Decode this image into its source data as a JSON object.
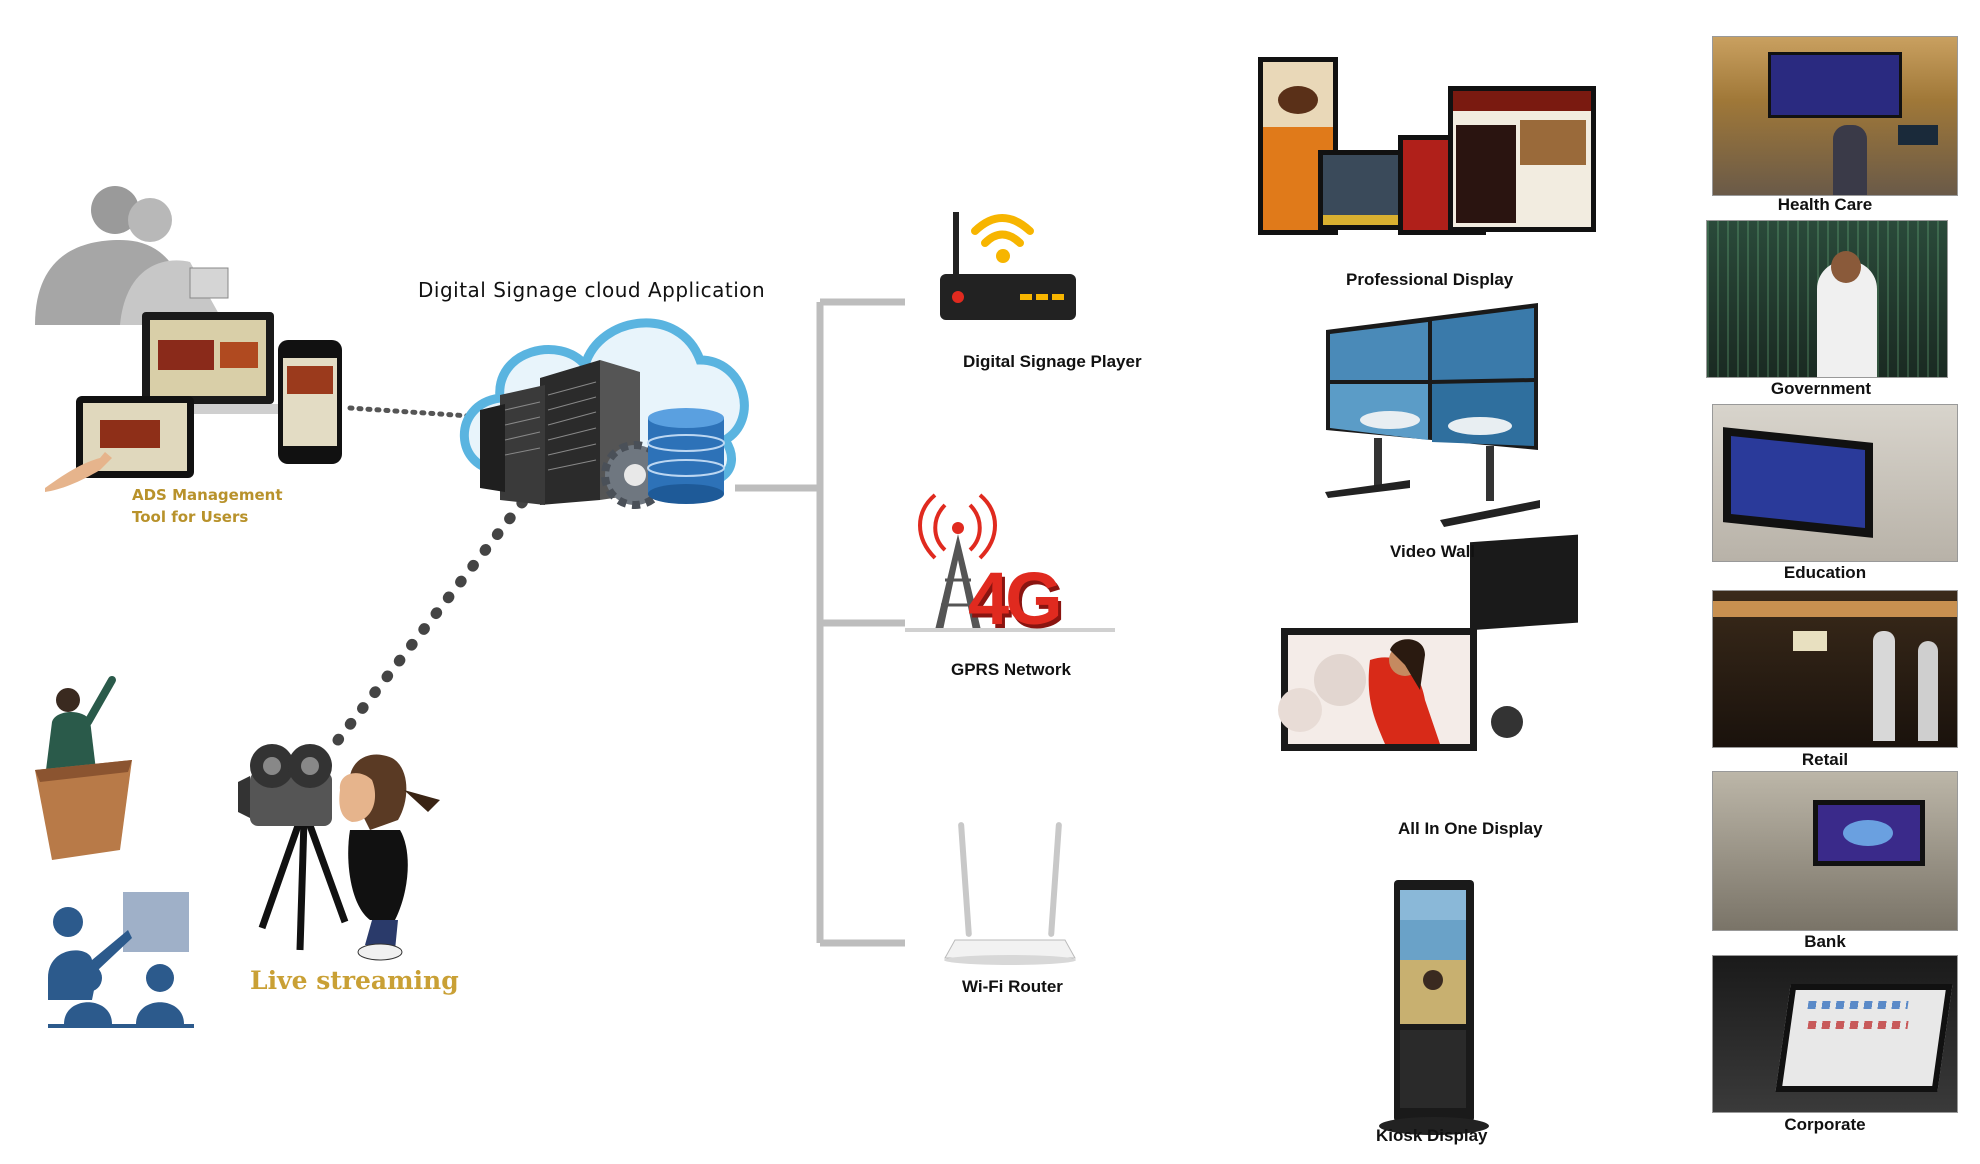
{
  "cloud": {
    "title": "Digital Signage cloud Application"
  },
  "ads_tool": {
    "line1": "ADS Management",
    "line2": "Tool for Users"
  },
  "live": {
    "label": "Live streaming"
  },
  "network": {
    "player": "Digital Signage Player",
    "gprs": "GPRS Network",
    "gprs_badge": "4G",
    "wifi": "Wi-Fi Router"
  },
  "displays": {
    "professional": "Professional Display",
    "video_wall": "Video Wall",
    "all_in_one": "All In One Display",
    "kiosk": "Kiosk Display"
  },
  "sectors": {
    "health": "Health Care",
    "government": "Government",
    "education": "Education",
    "retail": "Retail",
    "bank": "Bank",
    "corporate": "Corporate"
  },
  "colors": {
    "connector": "#bdbdbd",
    "dots": "#555555",
    "gold": "#c9a035",
    "router_yellow": "#f7b500",
    "red4g": "#e02a1f",
    "cloud_blue": "#5ab4e0"
  }
}
